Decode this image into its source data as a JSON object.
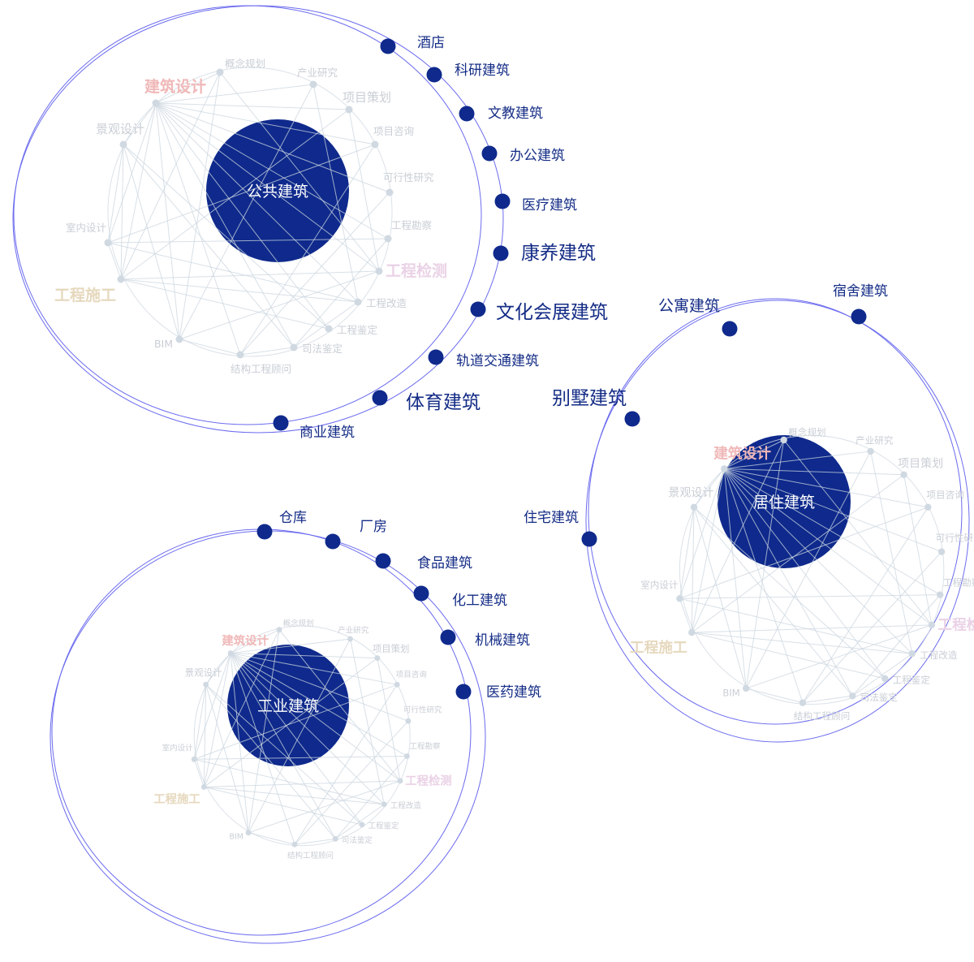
{
  "services": [
    "概念规划",
    "产业研究",
    "项目策划",
    "项目咨询",
    "可行性研究",
    "工程勘察",
    "工程检测",
    "工程改造",
    "工程鉴定",
    "司法鉴定",
    "结构工程顾问",
    "BIM",
    "工程施工",
    "室内设计",
    "景观设计",
    "建筑设计"
  ],
  "groups": [
    {
      "hub": "公共建筑",
      "items": [
        "酒店",
        "科研建筑",
        "文教建筑",
        "办公建筑",
        "医疗建筑",
        "康养建筑",
        "文化会展建筑",
        "轨道交通建筑",
        "体育建筑",
        "商业建筑"
      ]
    },
    {
      "hub": "居住建筑",
      "items": [
        "宿舍建筑",
        "公寓建筑",
        "别墅建筑",
        "住宅建筑"
      ]
    },
    {
      "hub": "工业建筑",
      "items": [
        "仓库",
        "厂房",
        "食品建筑",
        "化工建筑",
        "机械建筑",
        "医药建筑"
      ]
    }
  ],
  "colors": {
    "hub": "#0f2a8c",
    "orbit": "#6b6bef",
    "item_text": "#142c86",
    "accent_design": "#f0b8b8",
    "accent_construction": "#e6d8bd",
    "accent_testing": "#ead2e6",
    "muted_text": "#c9ced5"
  }
}
